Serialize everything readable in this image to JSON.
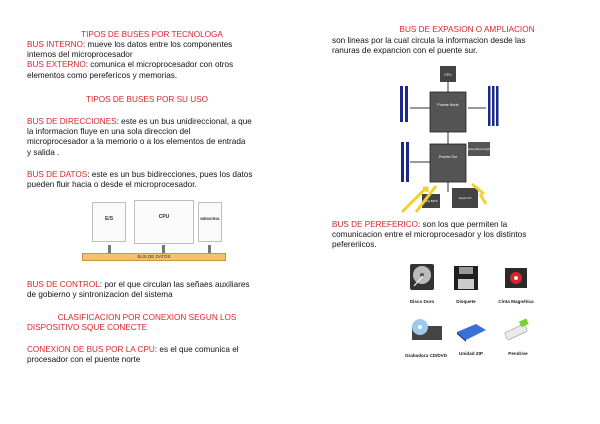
{
  "left": {
    "h1": "TIPOS DE BUSES POR TECNOLOGA",
    "interno_label": "BUS INTERNO",
    "interno_text_1": ": mueve los datos entre los componentes",
    "interno_text_2": "internos del microprocesador",
    "externo_label": "BUS EXTERNO",
    "externo_text_1": ": comunica el microprocesador con otros",
    "externo_text_2": "elementos como pereferícos y memorias.",
    "h2": "TIPOS DE BUSES POR SU USO",
    "direcciones_label": "BUS DE DIRECCIONES",
    "direcciones_text_1": ": este es un bus unidireccional, a que",
    "direcciones_text_2": "la informacion fluye en una sola direccion del",
    "direcciones_text_3": "microprocesador a la memorio o a los elementos de entrada",
    "direcciones_text_4": "y salida .",
    "datos_label": "BUS DE DATOS",
    "datos_text_1": ": este es un bus bidirecciones, pues los datos",
    "datos_text_2": "pueden fluir hacia o desde el microprocesador.",
    "control_label": "BUS DE CONTROL",
    "control_text_1": ": por el que circulan las señaes auxiliares",
    "control_text_2": "de gobierno y sintronizacion del sistema",
    "h3_1": "CLASIFICACION POR CONEXION SEGUN LOS",
    "h3_2": "DISPOSITIVO SQUE CONECTE",
    "cpu_label": "CONEXION DE BUS POR LA CPU",
    "cpu_text_1": ": es el que comunica el",
    "cpu_text_2": "procesador con el puente norte"
  },
  "bus_diagram": {
    "es": "E/S",
    "cpu": "CPU",
    "memoria": "MEMORIA",
    "bus": "BUS DE DATOS"
  },
  "right": {
    "h1": "BUS DE EXPASION O AMPLIACION",
    "exp_text_1": "son lineas por la cual circula la informacion desde las",
    "exp_text_2": "ranuras de expancion con el puente sur.",
    "pereferico_label": "BUS DE PEREFERICO",
    "pereferico_text_1": ": son los que permiten la",
    "pereferico_text_2": "comunicacion entre el microprocesador  y los distintos",
    "pereferico_text_3": "pefereriicos."
  },
  "mobo": {
    "cpu": "CPU",
    "north": "Puente Norte",
    "south": "Puente Sur",
    "bios": "Chip BIOS",
    "superio": "Super I/O",
    "graphics": "Tarjeta gráfica integrada"
  },
  "devices": [
    {
      "label": "Disco Duro"
    },
    {
      "label": "Disquete"
    },
    {
      "label": "Cinta Magnética"
    },
    {
      "label": "Grabadora CD/DVD"
    },
    {
      "label": "Unidad ZIP"
    },
    {
      "label": "Pendrive"
    }
  ],
  "colors": {
    "accent": "#d7262b",
    "bus_yellow": "#f1c36a",
    "mobo_blue": "#1b2a8a"
  }
}
